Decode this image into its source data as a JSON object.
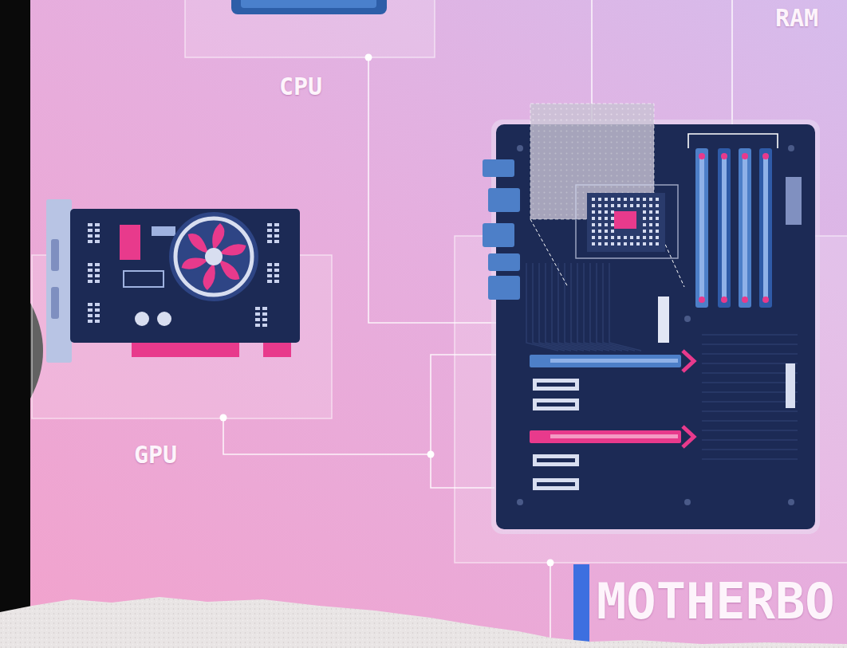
{
  "diagram": {
    "labels": [
      "CPU",
      "RAM",
      "GPU",
      "MOTHERBO"
    ]
  }
}
